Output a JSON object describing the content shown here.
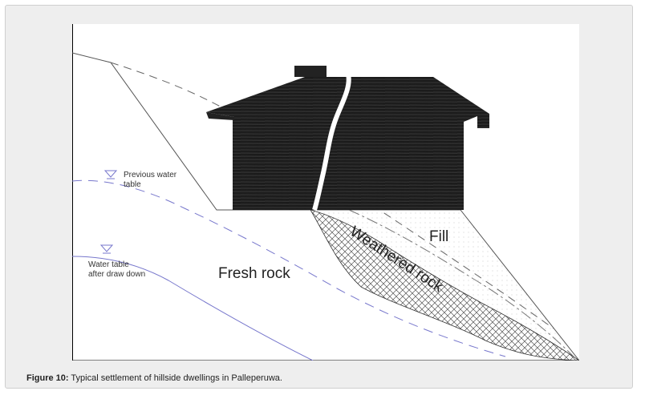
{
  "figure": {
    "caption_label": "Figure 10:",
    "caption_text": " Typical settlement of hillside dwellings in Palleperuwa."
  },
  "diagram": {
    "previous_water_table_line1": "Previous water",
    "previous_water_table_line2": "table",
    "water_table_line1": "Water table",
    "water_table_line2": "after draw down",
    "fresh_rock": "Fresh rock",
    "weathered_rock": "Weathered rock",
    "fill": "Fill"
  },
  "colors": {
    "house": "#1f1f1f",
    "water_line": "#7777cc",
    "card_bg": "#eeeeee"
  }
}
